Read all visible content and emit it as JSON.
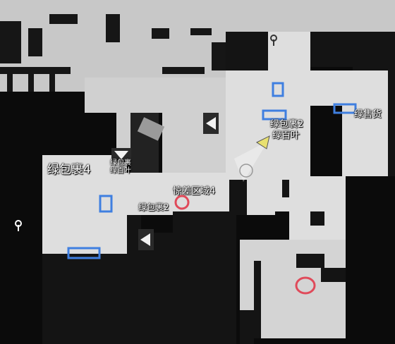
{
  "colors": {
    "background": "#0b0b0b",
    "floor": "#dedede",
    "room": "#c9c9c9",
    "wall": "#141414",
    "marker_box": "#3f7fe0",
    "marker_circle": "#e04a5a",
    "player_arrow": "#e8e070"
  },
  "labels": {
    "bag2_top": "绿包裹2",
    "greenleaf_top": "绿百叶",
    "green_seller": "绿售货",
    "bag4": "绿包裹4",
    "small_bag": "绿包裹",
    "small_greenleaf": "绿百叶",
    "diff_zone4": "惊差区域4",
    "bag2_mid": "绿包裹2"
  },
  "icons": {
    "player": "player-arrow-icon",
    "objective": "objective-circle-icon",
    "door": "door-arrow-icon",
    "key": "key-icon"
  }
}
